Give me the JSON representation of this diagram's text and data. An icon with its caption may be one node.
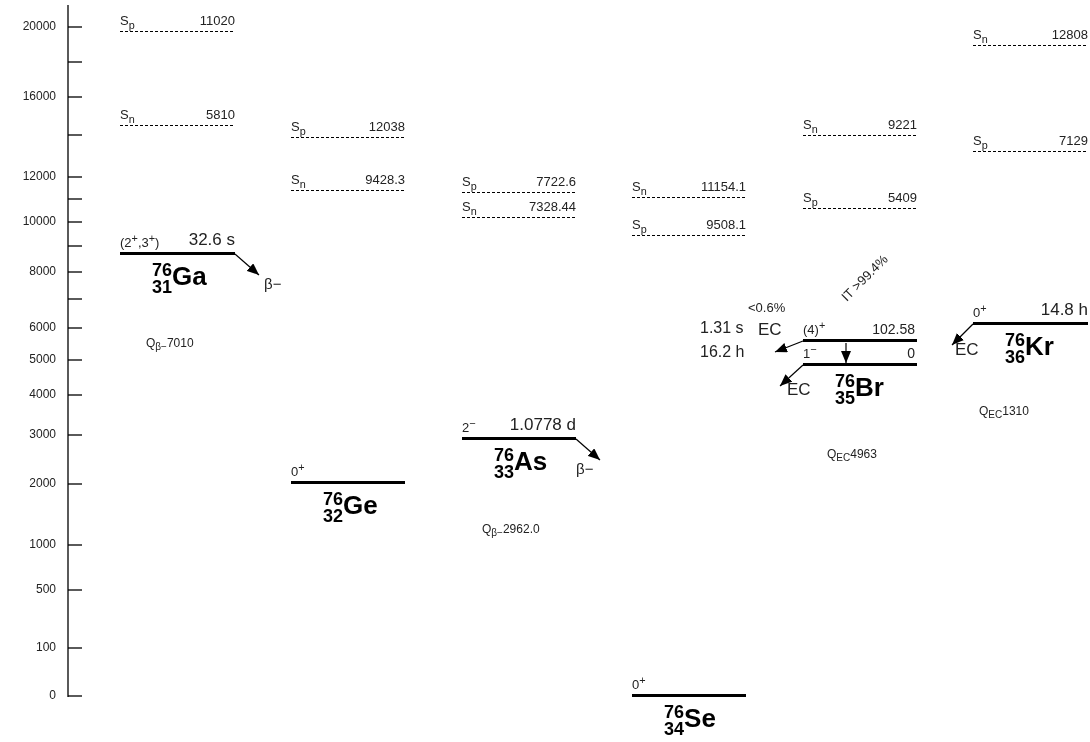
{
  "diagram": {
    "nodes": [
      {
        "text": [
          "S$_{p}$",
          "11020"
        ]
      },
      {
        "text": [
          "S$_{n}$",
          "5810"
        ]
      },
      {
        "text": [
          "(2$^{+}$,3$^{+}$)",
          "32.6 s",
          "$^{76}$$_{31}$Ga"
        ]
      },
      {
        "text": [
          "S$_{p}$",
          "12038"
        ]
      },
      {
        "text": [
          "S$_{n}$",
          "9428.3"
        ]
      },
      {
        "text": [
          "0$^{+}$",
          "$^{76}$$_{32}$Ge"
        ]
      },
      {
        "text": [
          "S$_{p}$",
          "7722.6"
        ]
      },
      {
        "text": [
          "S$_{n}$",
          "7328.44"
        ]
      },
      {
        "text": [
          "2$^{−}$",
          "1.0778 d",
          "$^{76}$$_{33}$As"
        ]
      },
      {
        "text": [
          "S$_{n}$",
          "11154.1"
        ]
      },
      {
        "text": [
          "S$_{p}$",
          "9508.1"
        ]
      },
      {
        "text": [
          "0$^{+}$",
          "$^{76}$$_{34}$Se"
        ]
      },
      {
        "text": [
          "S$_{n}$",
          "9221"
        ]
      },
      {
        "text": [
          "S$_{p}$",
          "5409"
        ]
      },
      {
        "text": [
          "(4)$^{+}$",
          "102.58"
        ]
      },
      {
        "text": [
          "1$^{−}$",
          "0",
          "$^{76}$$_{35}$Br"
        ]
      },
      {
        "text": [
          "S$_{n}$",
          "12808"
        ]
      },
      {
        "text": [
          "S$_{p}$",
          "7129"
        ]
      },
      {
        "text": [
          "0$^{+}$",
          "14.8 h",
          "$^{76}$$_{36}$Kr"
        ]
      }
    ],
    "edges": [
      {
        "from": 2,
        "to": null,
        "arrow": "to",
        "label": "β−"
      },
      {
        "from": 8,
        "to": null,
        "arrow": "to",
        "label": "β−"
      },
      {
        "from": 14,
        "to": null,
        "arrow": "to",
        "label": "EC"
      },
      {
        "from": 14,
        "to": 15,
        "arrow": "to",
        "label": "IT >99.4%"
      },
      {
        "from": 15,
        "to": null,
        "arrow": "to",
        "label": "EC"
      },
      {
        "from": 18,
        "to": null,
        "arrow": "to",
        "label": "EC"
      }
    ],
    "labels": [
      "20000",
      "16000",
      "12000",
      "10000",
      "8000",
      "6000",
      "5000",
      "4000",
      "3000",
      "2000",
      "1000",
      "500",
      "100",
      "0",
      "<0.6%",
      "1.31 s",
      "16.2 h",
      "Q$_{β−}$7010",
      "Q$_{EC}$1310",
      "Q$_{EC}$4963",
      "Q$_{β−}$2962.0"
    ]
  }
}
